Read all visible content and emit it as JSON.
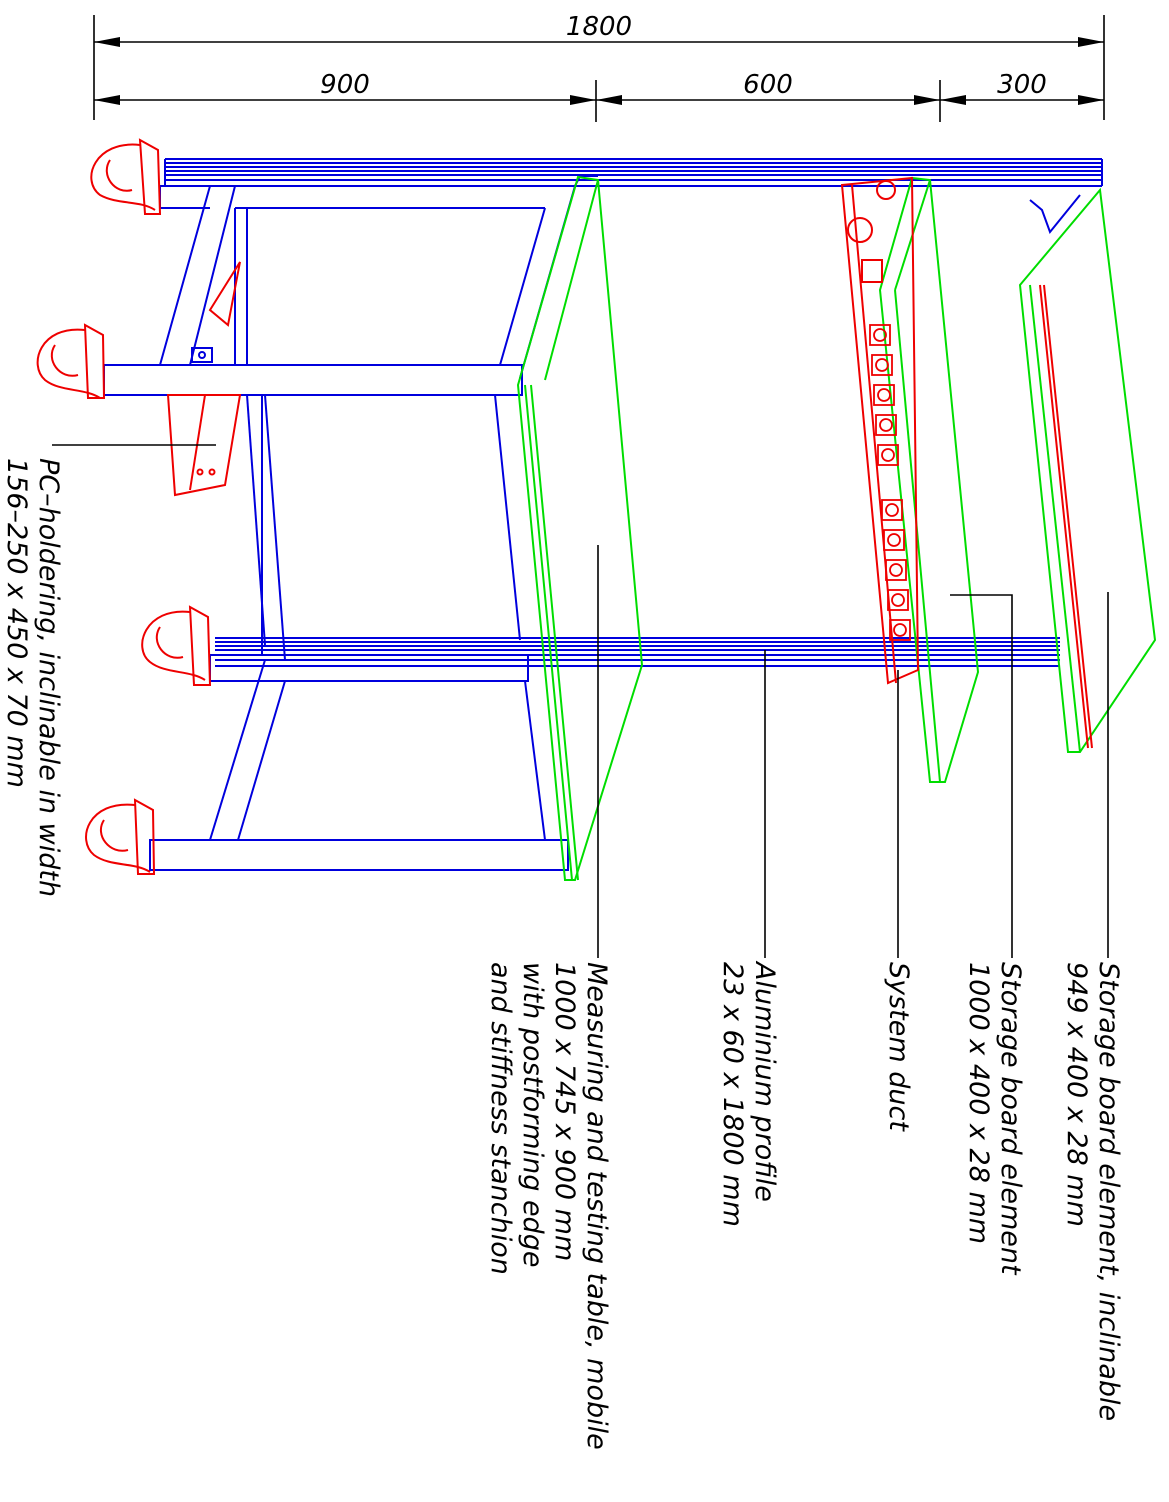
{
  "dimensions": {
    "total": "1800",
    "segment_a": "900",
    "segment_b": "600",
    "segment_c": "300"
  },
  "labels": {
    "pc_holder": {
      "line1": "PC–holdering, inclinable in width",
      "line2": "156–250 x 450 x 70 mm"
    },
    "table": {
      "line1": "Measuring and testing table, mobile",
      "line2": "1000 x 745 x 900 mm",
      "line3": "with postforming edge",
      "line4": "and stiffness stanchion"
    },
    "profile": {
      "line1": "Aluminium profile",
      "line2": "23 x 60 x 1800 mm"
    },
    "duct": {
      "line1": "System duct"
    },
    "storage_board": {
      "line1": "Storage board element",
      "line2": "1000 x 400 x 28 mm"
    },
    "storage_board_inclinable": {
      "line1": "Storage board element, inclinable",
      "line2": "949 x 400 x 28 mm"
    }
  },
  "colors": {
    "frame": "#0000dd",
    "panel": "#00dd00",
    "accessory": "#ee0000",
    "dimension": "#000000"
  },
  "icons": [
    "caster-wheel-icon",
    "power-socket-icon"
  ]
}
